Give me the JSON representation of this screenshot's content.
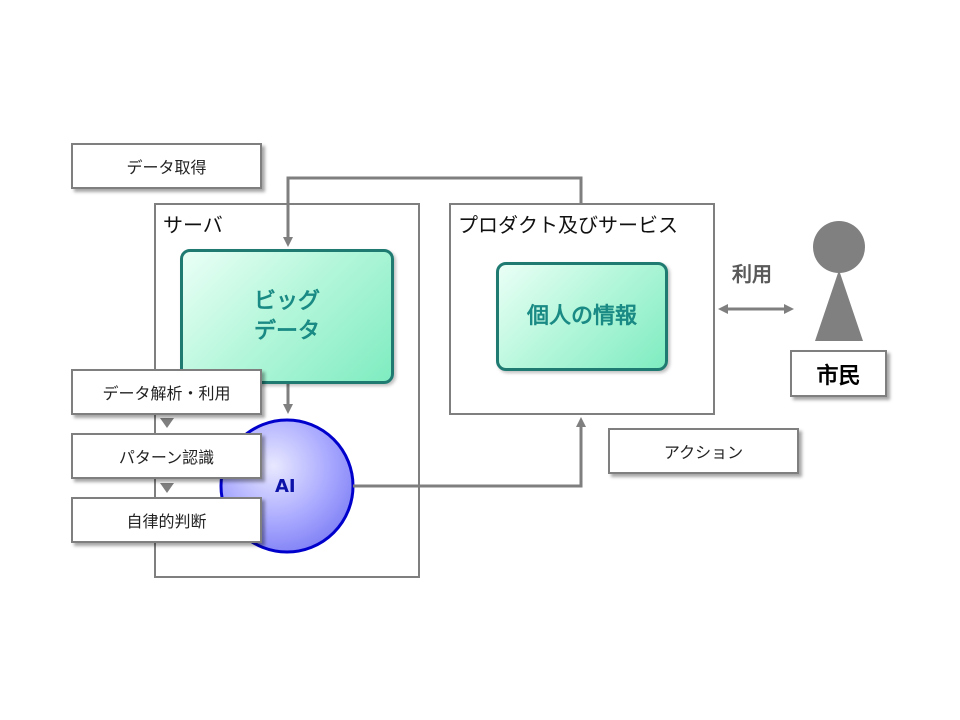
{
  "diagram": {
    "server_title": "サーバ",
    "products_title": "プロダクト及びサービス",
    "big_data_line1": "ビッグ",
    "big_data_line2": "データ",
    "ai_label": "AI",
    "personal_info": "個人の情報",
    "data_acquisition": "データ取得",
    "data_analysis": "データ解析・利用",
    "pattern_recognition": "パターン認識",
    "autonomous_judgment": "自律的判断",
    "action": "アクション",
    "usage": "利用",
    "citizen": "市民"
  },
  "colors": {
    "frame": "#7f7f7f",
    "arrow": "#7f7f7f",
    "green_border": "#1f7b72",
    "green_text": "#1a8a84",
    "ai_border": "#0000cc",
    "ai_text": "#0d12a8",
    "person": "#808080"
  }
}
